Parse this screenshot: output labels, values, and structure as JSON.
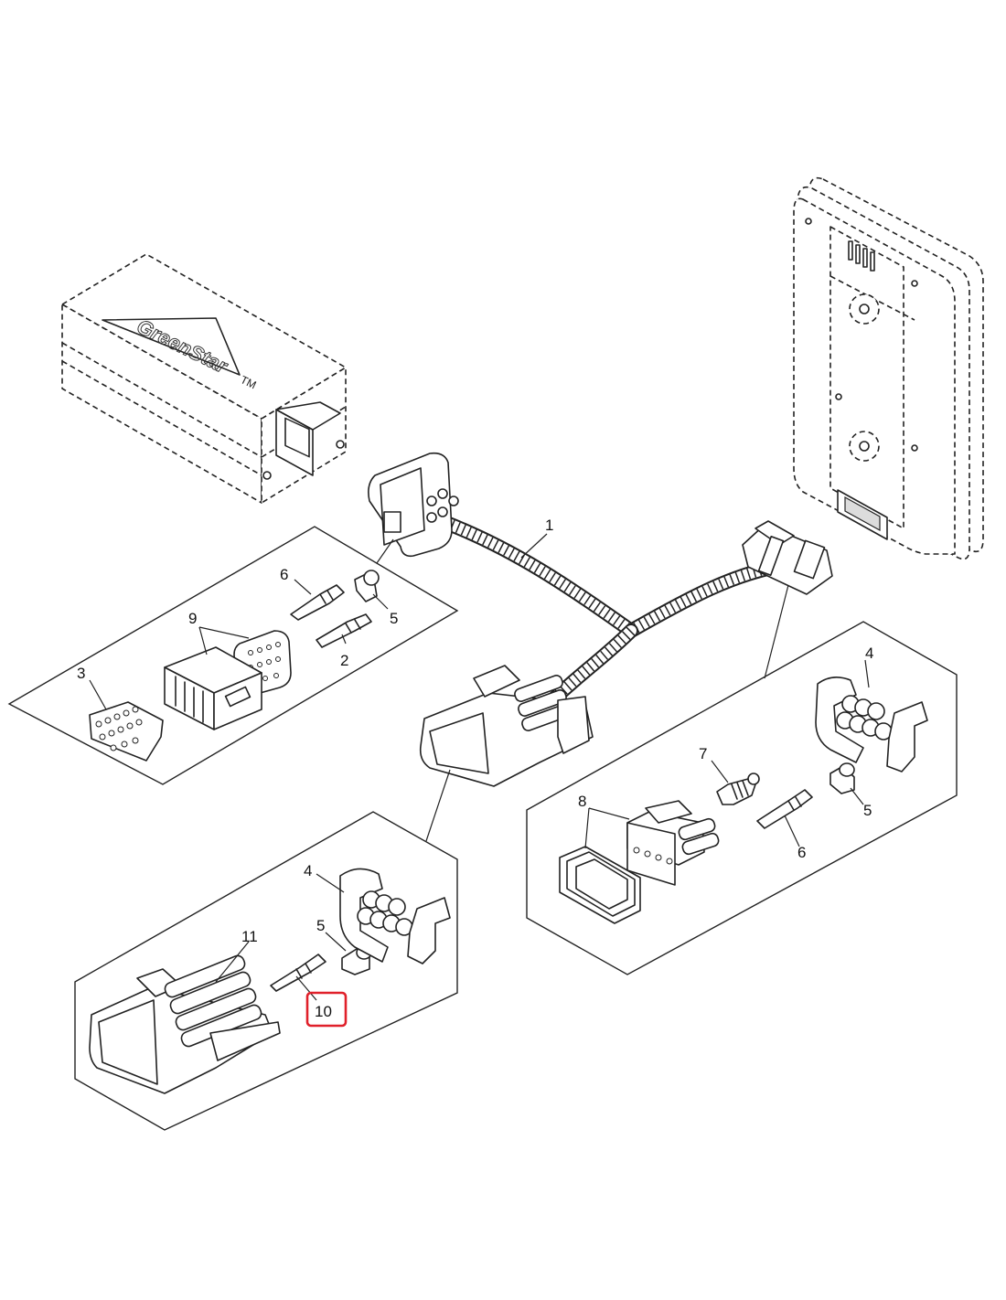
{
  "logo": {
    "text": "GreenStar",
    "trademark": "TM"
  },
  "callouts": {
    "c1": "1",
    "c2": "2",
    "c3": "3",
    "c4_right": "4",
    "c4_bottom": "4",
    "c5_left": "5",
    "c5_right": "5",
    "c5_bottom": "5",
    "c6_left": "6",
    "c6_right": "6",
    "c7": "7",
    "c8": "8",
    "c9": "9",
    "c10": "10",
    "c11": "11"
  },
  "highlighted_callout": "10",
  "colors": {
    "highlight": "#e0202a",
    "line": "#222222"
  }
}
